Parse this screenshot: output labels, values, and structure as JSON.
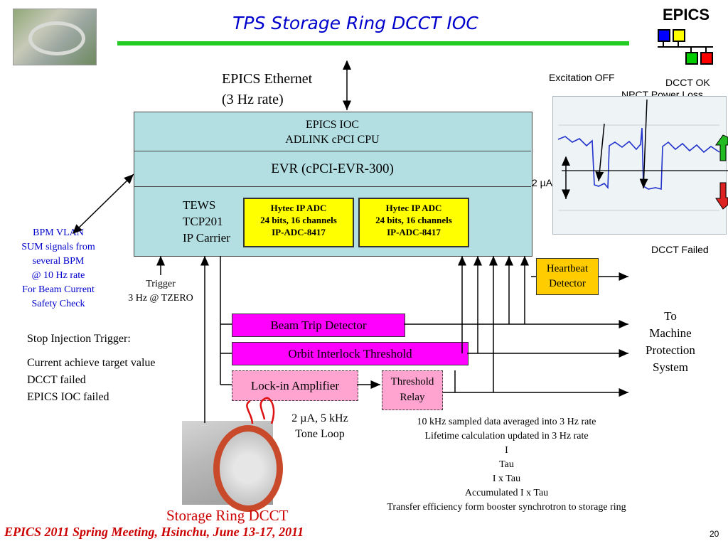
{
  "title": "TPS Storage Ring DCCT IOC",
  "logo": {
    "text": "EPICS",
    "colors": [
      "#0000ff",
      "#ffff00",
      "#00cc00",
      "#ff0000"
    ]
  },
  "ethernet": {
    "line1": "EPICS Ethernet",
    "line2": "(3 Hz rate)"
  },
  "ioc": {
    "cpu_line1": "EPICS IOC",
    "cpu_line2": "ADLINK cPCI CPU",
    "evr": "EVR (cPCI-EVR-300)",
    "carrier": [
      "TEWS",
      "TCP201",
      "IP Carrier"
    ],
    "adc_modules": [
      {
        "line1": "Hytec IP ADC",
        "line2": "24 bits, 16 channels",
        "line3": "IP-ADC-8417"
      },
      {
        "line1": "Hytec IP ADC",
        "line2": "24 bits, 16 channels",
        "line3": "IP-ADC-8417"
      }
    ]
  },
  "scope": {
    "excitation": "Excitation OFF",
    "dcct_ok": "DCCT OK",
    "npct": "NPCT Power Loss",
    "scale": "2 µA",
    "failed": "DCCT Failed"
  },
  "bpm": [
    "BPM VLAN",
    "SUM signals from",
    "several BPM",
    "@ 10 Hz rate",
    "For Beam Current",
    "Safety Check"
  ],
  "trigger": [
    "Trigger",
    "3 Hz @ TZERO"
  ],
  "heartbeat": [
    "Heartbeat",
    "Detector"
  ],
  "beam_trip": "Beam Trip Detector",
  "orbit": "Orbit Interlock Threshold",
  "lockin": "Lock-in Amplifier",
  "relay": [
    "Threshold",
    "Relay"
  ],
  "mps": [
    "To",
    "Machine",
    "Protection",
    "System"
  ],
  "stop": [
    "Stop Injection Trigger:",
    "Current achieve target value",
    "DCCT failed",
    "EPICS IOC failed"
  ],
  "tone": [
    "2 µA, 5 kHz",
    "Tone Loop"
  ],
  "notes": [
    "10 kHz sampled data averaged into 3 Hz rate",
    "Lifetime calculation updated in 3 Hz rate",
    "I",
    "Tau",
    "I x Tau",
    "Accumulated I x Tau",
    "Transfer efficiency form booster synchrotron to storage ring"
  ],
  "dcct_label": "Storage Ring DCCT",
  "footer": "EPICS 2011 Spring Meeting, Hsinchu, June 13-17, 2011",
  "page_number": "20"
}
